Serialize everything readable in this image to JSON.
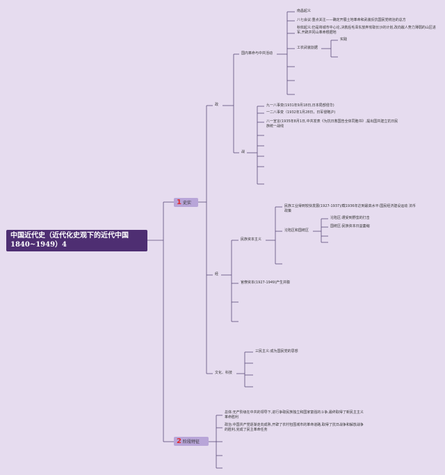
{
  "root": {
    "title": "中国近代史（近代化史观下的近代中国",
    "subtitle": "1840~1949）4"
  },
  "categories": [
    {
      "num": "1",
      "label": "史实"
    },
    {
      "num": "2",
      "label": "阶段特征"
    }
  ],
  "branches": {
    "political": "政",
    "economic": "经",
    "cultural": "文化、科技"
  },
  "political": {
    "domestic": "国内革命与中共活动",
    "items": [
      "南昌起义",
      "八七会议:重点关注——确定开展土地革命和武装反抗国民党统治的总方",
      "秋收起义:仍是将城市中心论,决救后毛泽东放弃攻取长沙的计划,改向敌人势力薄弱的山区进军,开辟井冈山革命根据地",
      "工农武装割据"
    ],
    "shishi": "实践",
    "war_label": "战",
    "war_items": [
      "九一八事变(1931年9月18日,日本局部侵华)",
      "一二八事变（1932年1月28日，日军侵略沪)",
      "八一宣言(1935年8月1日,中共发表《为抗日救国告全体同胞书》,提出国共建立抗日民族统一战线"
    ]
  },
  "economic": {
    "national": "民族资本主义",
    "national_items": [
      "民族工业得到较快发展(1927-1937)/截1936年达到最高水平:国民经济建设运动 法币政策",
      "沦陷区和国统区"
    ],
    "sub_items": [
      "沦陷区:遭受到野蛮的打击",
      "国统区:民族资本日益萎缩"
    ],
    "bureaucratic": "官僚资本(1927-1949)产生并膨"
  },
  "cultural": {
    "items": [
      "三民主义:成为国民党的思想"
    ]
  },
  "features": {
    "items": [
      "总体:无产阶级在中共的领导下,进行争取民族独立和国家富强的斗争,最终取得了新民主主义革命胜利",
      "政治:中国共产党逐渐走向成熟,开辟了农村包围城市的革命道路,取得了抗日战争和解放战争的胜利,完成了民主革命任务"
    ]
  },
  "colors": {
    "background": "#e6dcef",
    "root": "#4e2e72",
    "category": "#b8a5d8",
    "number": "#e0292f",
    "line": "#5b4a7a"
  }
}
